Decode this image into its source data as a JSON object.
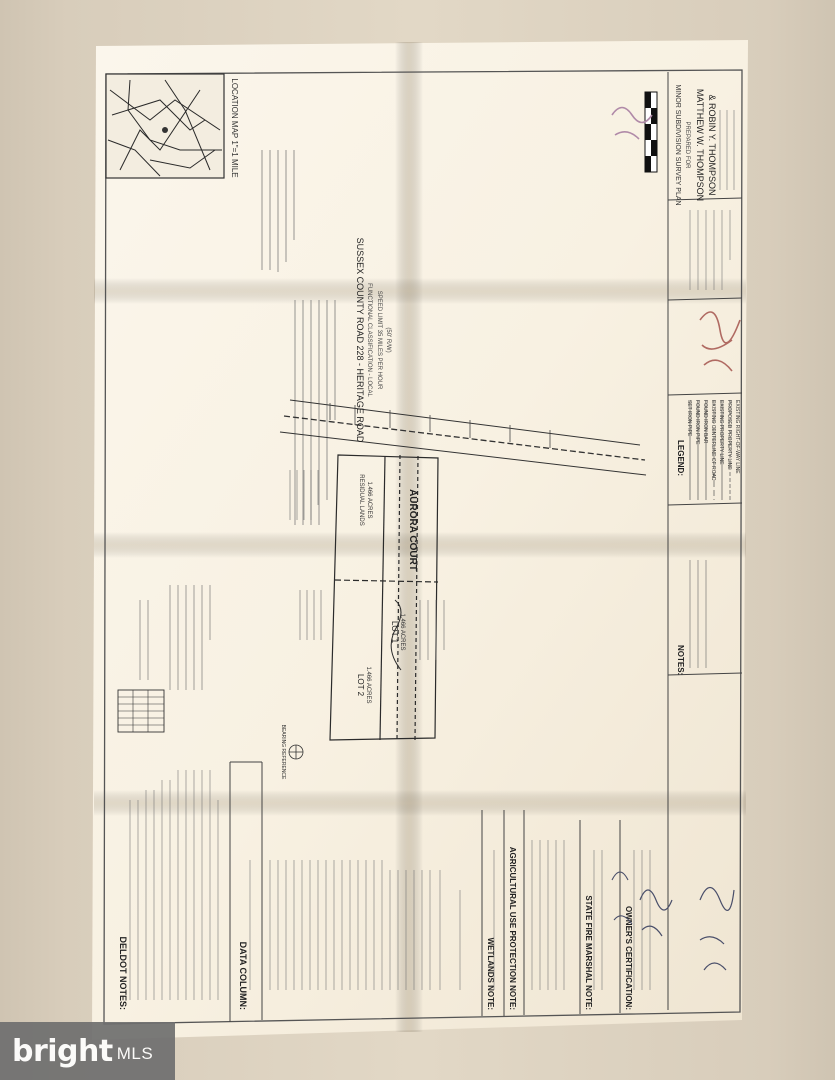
{
  "survey": {
    "title_block": {
      "plan_type": "MINOR SUBDIVISION SURVEY PLAN",
      "prepared_for_label": "PREPARED FOR",
      "owner_1": "MATTHEW W. THOMPSON",
      "owner_2": "& ROBIN Y. THOMPSON"
    },
    "location_map_title": "LOCATION MAP 1\"=1 MILE",
    "road": {
      "name": "SUSSEX COUNTY ROAD 228 - HERITAGE ROAD",
      "classification": "FUNCTIONAL CLASSIFICATION - LOCAL",
      "speed": "SPEED LIMIT 35 MILES PER HOUR",
      "row_width": "(50' R/W)"
    },
    "court_label": "AURORA COURT",
    "lots": [
      {
        "name": "LOT 1",
        "area": "1.466 ACRES"
      },
      {
        "name": "LOT 2",
        "area": "1.466 ACRES"
      }
    ],
    "residual": {
      "name": "RESIDUAL LANDS",
      "area": "1.466 ACRES"
    },
    "legend_title": "LEGEND:",
    "legend_items": [
      "SET IRON PIPE",
      "FOUND IRON PIPE",
      "FOUND IRON BAR",
      "EXISTING CENTERLINE OF ROAD",
      "EXISTING PROPERTY LINE",
      "PROPOSED PROPERTY LINE",
      "EXISTING RIGHT-OF-WAY LINE"
    ],
    "notes_title": "NOTES:",
    "bearing_reference": "BEARING REFERENCE",
    "deldot_title": "DELDOT NOTES:",
    "data_column_title": "DATA COLUMN:",
    "wetlands_title": "WETLANDS NOTE:",
    "agri_title": "AGRICULTURAL USE PROTECTION NOTE:",
    "fire_title": "STATE FIRE MARSHAL NOTE:",
    "owner_cert_title": "OWNER'S CERTIFICATION:"
  },
  "watermark": {
    "brand": "bright",
    "suffix": "MLS"
  }
}
